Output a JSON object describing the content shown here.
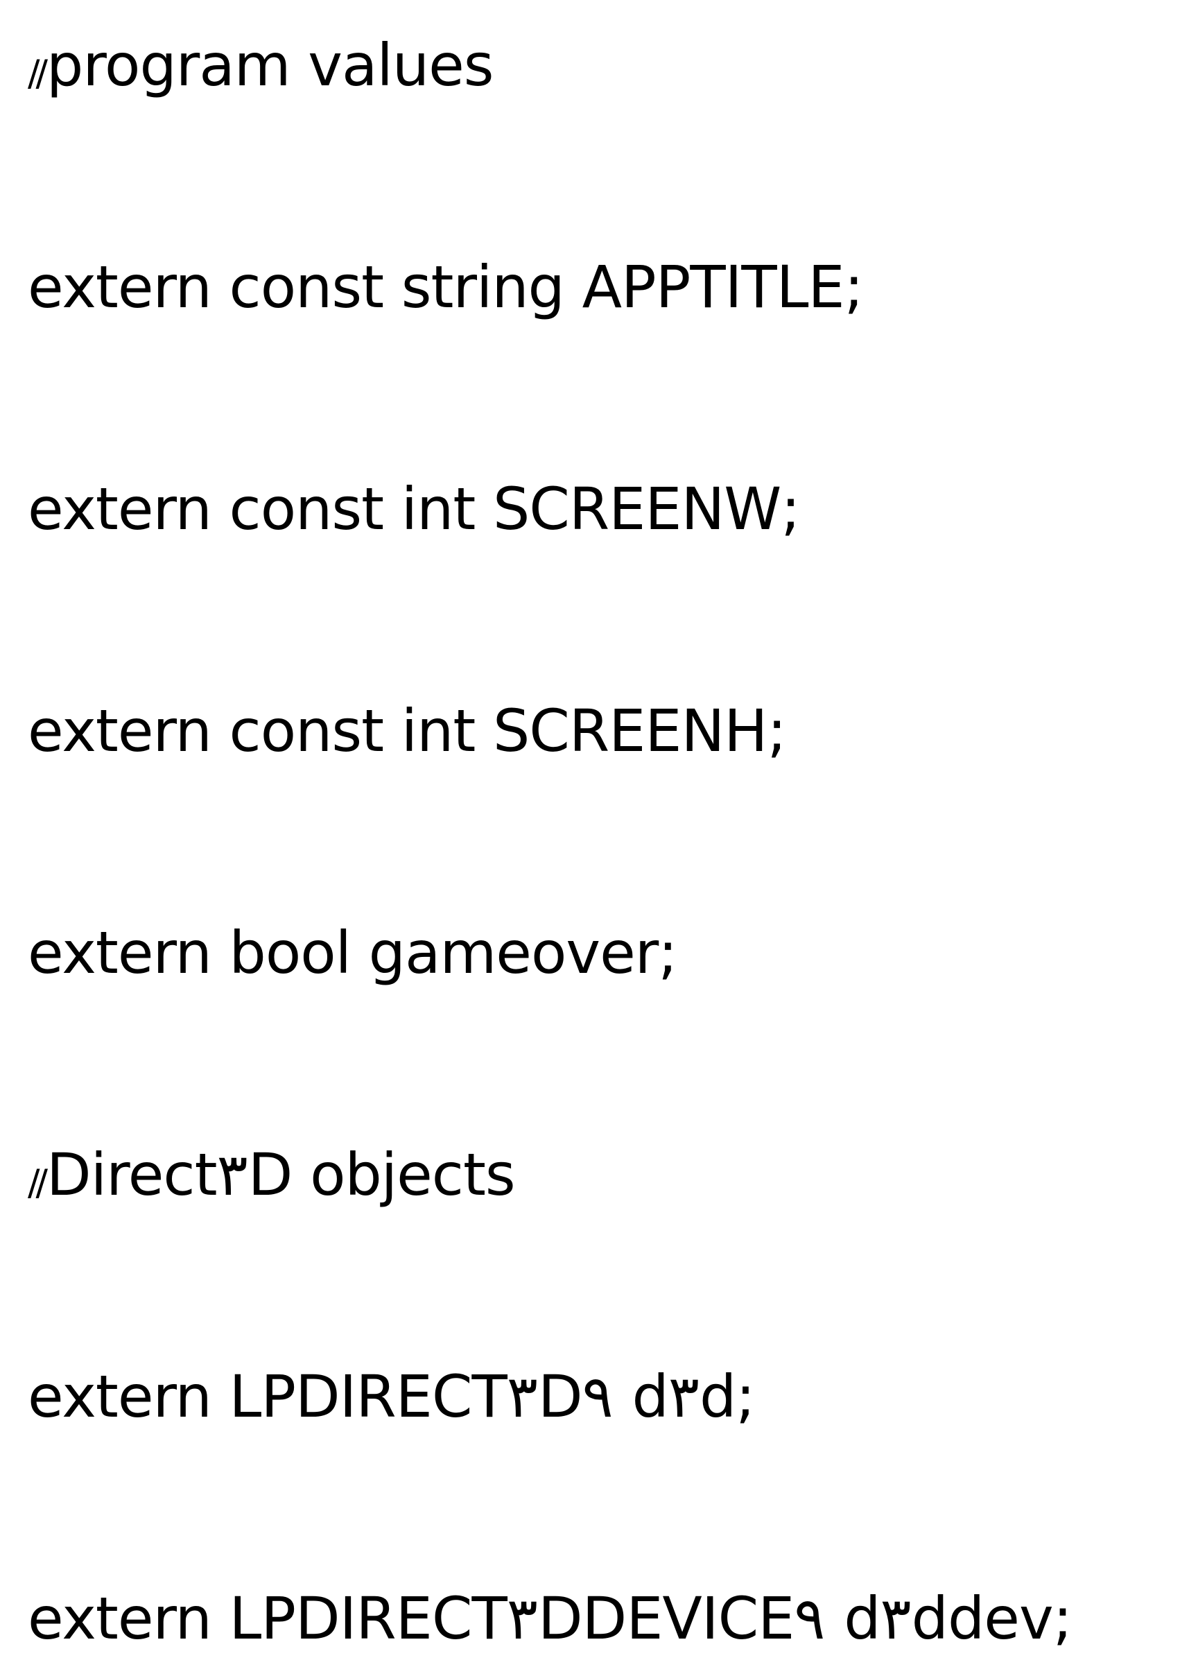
{
  "lines": [
    {
      "slashes": "//",
      "text": "program values"
    },
    {
      "text": "extern const string APPTITLE;"
    },
    {
      "text": "extern const int SCREENW;"
    },
    {
      "text": "extern const int SCREENH;"
    },
    {
      "text": "extern bool gameover;"
    },
    {
      "slashes": "//",
      "text": "Direct٣D objects"
    },
    {
      "text": "extern LPDIRECT٣D٩ d٣d;"
    },
    {
      "text": "extern LPDIRECT٣DDEVICE٩ d٣ddev;"
    }
  ]
}
